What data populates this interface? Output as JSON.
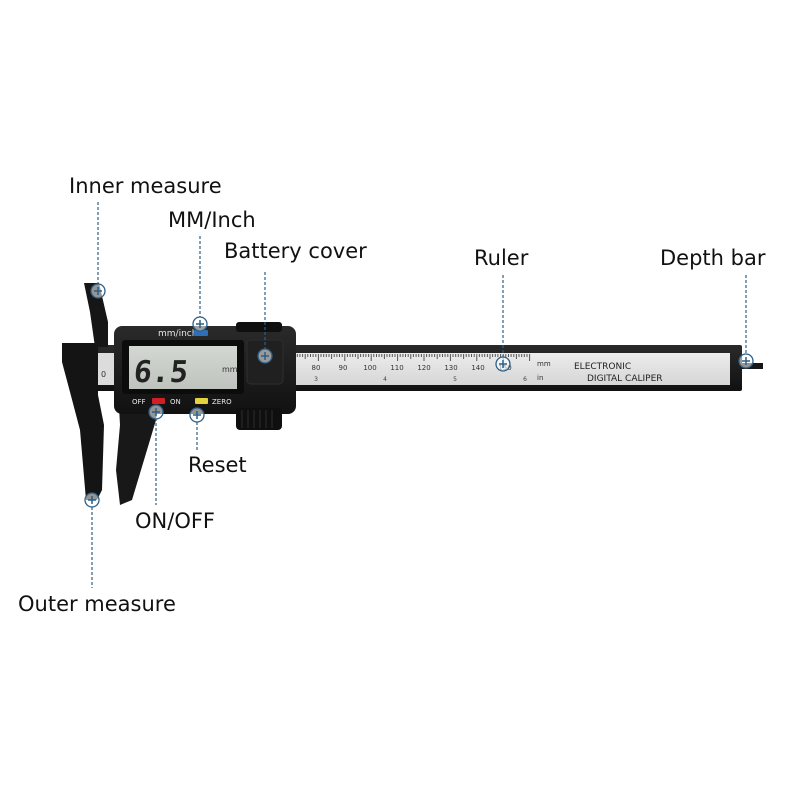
{
  "labels": {
    "inner_measure": "Inner measure",
    "mm_inch": "MM/Inch",
    "battery_cover": "Battery cover",
    "ruler": "Ruler",
    "depth_bar": "Depth bar",
    "reset": "Reset",
    "on_off": "ON/OFF",
    "outer_measure": "Outer measure"
  },
  "device": {
    "display_unit_label": "mm/inch",
    "reading": "6.5",
    "reading_unit": "mm",
    "btn_off": "OFF",
    "btn_on": "ON",
    "btn_zero": "ZERO",
    "brand_line1": "ELECTRONIC",
    "brand_line2": "DIGITAL CALIPER",
    "scale_mm_unit": "mm",
    "scale_in_unit": "in",
    "scale_zero": "0",
    "mm_ticks": [
      "80",
      "90",
      "100",
      "110",
      "120",
      "130",
      "140",
      "150"
    ],
    "in_ticks": [
      "3",
      "4",
      "5",
      "6"
    ]
  },
  "colors": {
    "caliper_body": "#1b1b1b",
    "lcd_face": "#c9cdc8",
    "callout_line": "#2d5f86",
    "off_button": "#d21f26",
    "zero_button": "#e2d23c",
    "unit_button": "#2f6fb5"
  }
}
